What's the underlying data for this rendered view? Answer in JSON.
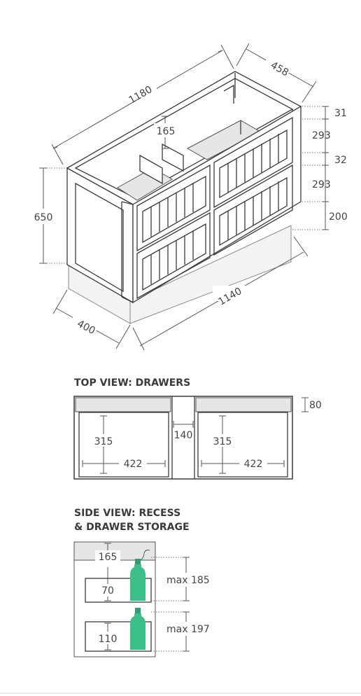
{
  "iso_view": {
    "dims": {
      "top_length": "1180",
      "depth_top": "458",
      "top_thickness": "31",
      "drawer_1_height": "293",
      "drawer_gap": "32",
      "drawer_2_height": "293",
      "plinth_height": "200",
      "total_height": "650",
      "inner_recess": "165",
      "side_depth": "400",
      "base_length": "1140"
    }
  },
  "top_view": {
    "heading": "TOP VIEW: DRAWERS",
    "dims": {
      "back_depth": "80",
      "left_drawer_depth": "315",
      "left_drawer_width": "422",
      "center_gap": "140",
      "right_drawer_depth": "315",
      "right_drawer_width": "422"
    }
  },
  "side_view": {
    "heading_line1": "SIDE VIEW: RECESS",
    "heading_line2": "& DRAWER STORAGE",
    "dims": {
      "recess": "165",
      "top_drawer_depth": "70",
      "top_storage": "max 185",
      "bottom_drawer_depth": "110",
      "bottom_storage": "max 197"
    },
    "colors": {
      "bottle": "#3dbf8a"
    }
  },
  "colors": {
    "line": "#555555",
    "bottle": "#3dbf8a"
  }
}
